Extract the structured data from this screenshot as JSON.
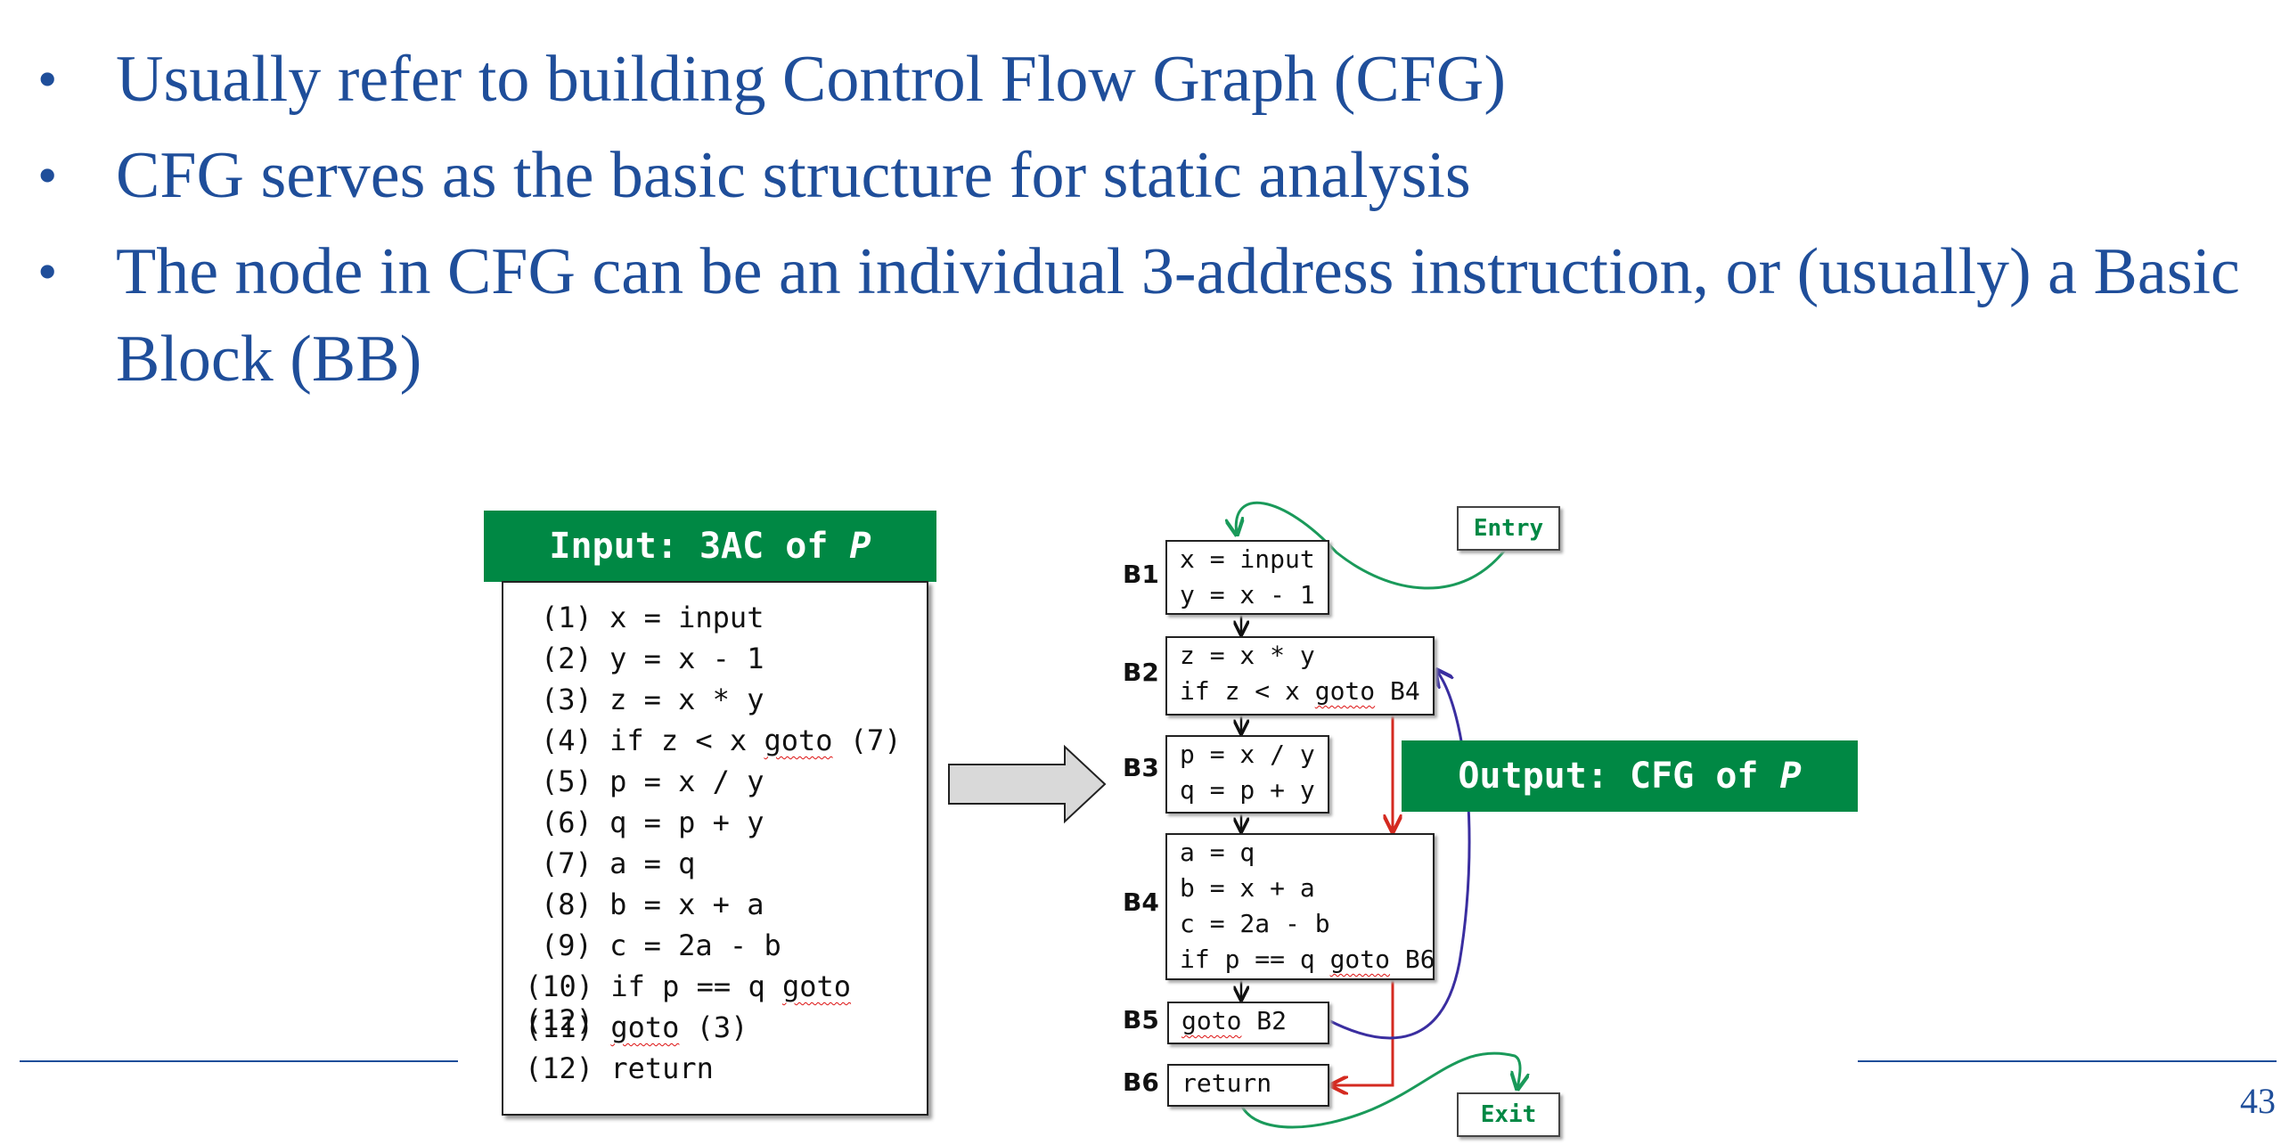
{
  "bullets": [
    "Usually refer to building Control Flow Graph (CFG)",
    "CFG serves as the basic structure for static analysis",
    "The node in CFG can be an individual 3-address instruction, or (usually) a Basic Block (BB)"
  ],
  "input_header": {
    "prefix": "Input: 3AC of ",
    "var": "P"
  },
  "output_header": {
    "prefix": "Output: CFG of ",
    "var": "P"
  },
  "code": [
    "(1) x = input",
    "(2) y = x - 1",
    "(3) z = x * y",
    "(4) if z < x goto (7)",
    "(5) p = x / y",
    "(6) q = p + y",
    "(7) a = q",
    "(8) b = x + a",
    "(9) c = 2a - b",
    "(10) if p == q goto (12)",
    "(11) goto (3)",
    "(12) return"
  ],
  "blocks": {
    "B1": {
      "label": "B1",
      "lines": [
        "x = input",
        "y = x - 1"
      ]
    },
    "B2": {
      "label": "B2",
      "lines": [
        "z = x * y",
        "if z < x goto B4"
      ]
    },
    "B3": {
      "label": "B3",
      "lines": [
        "p = x / y",
        "q = p + y"
      ]
    },
    "B4": {
      "label": "B4",
      "lines": [
        "a = q",
        "b = x + a",
        "c = 2a - b",
        "if p == q goto B6"
      ]
    },
    "B5": {
      "label": "B5",
      "lines": [
        "goto B2"
      ]
    },
    "B6": {
      "label": "B6",
      "lines": [
        "return"
      ]
    }
  },
  "entry_label": "Entry",
  "exit_label": "Exit",
  "page_number": "43",
  "colors": {
    "title_blue": "#1f4e9a",
    "header_green": "#008844",
    "edge_red": "#d42a20",
    "edge_purple": "#3a2ea0",
    "edge_green": "#1a9a5a"
  }
}
